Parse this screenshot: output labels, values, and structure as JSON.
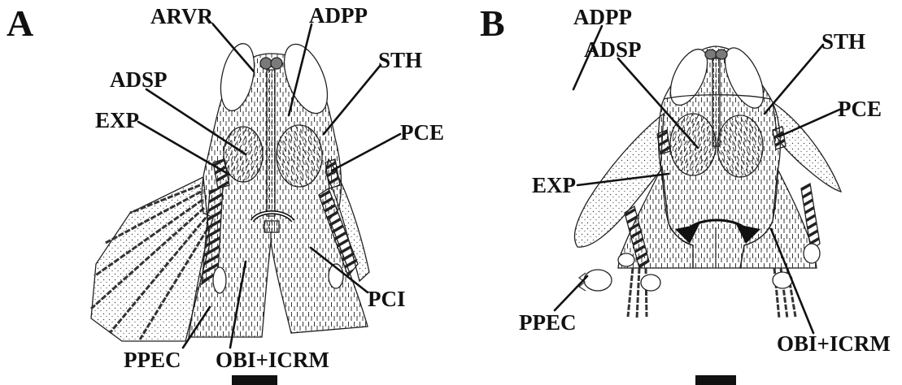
{
  "figure": {
    "panel_a": {
      "letter": "A",
      "labels": {
        "arvr": "ARVR",
        "adpp": "ADPP",
        "adsp": "ADSP",
        "sth": "STH",
        "exp": "EXP",
        "pce": "PCE",
        "pci": "PCI",
        "ppec": "PPEC",
        "obi_icrm": "OBI+ICRM"
      }
    },
    "panel_b": {
      "letter": "B",
      "labels": {
        "adpp": "ADPP",
        "adsp": "ADSP",
        "sth": "STH",
        "pce": "PCE",
        "exp": "EXP",
        "ppec": "PPEC",
        "obi_icrm": "OBI+ICRM"
      }
    }
  },
  "colors": {
    "ink": "#111111",
    "background": "#ffffff",
    "snout_fill": "#7a7a7a"
  }
}
